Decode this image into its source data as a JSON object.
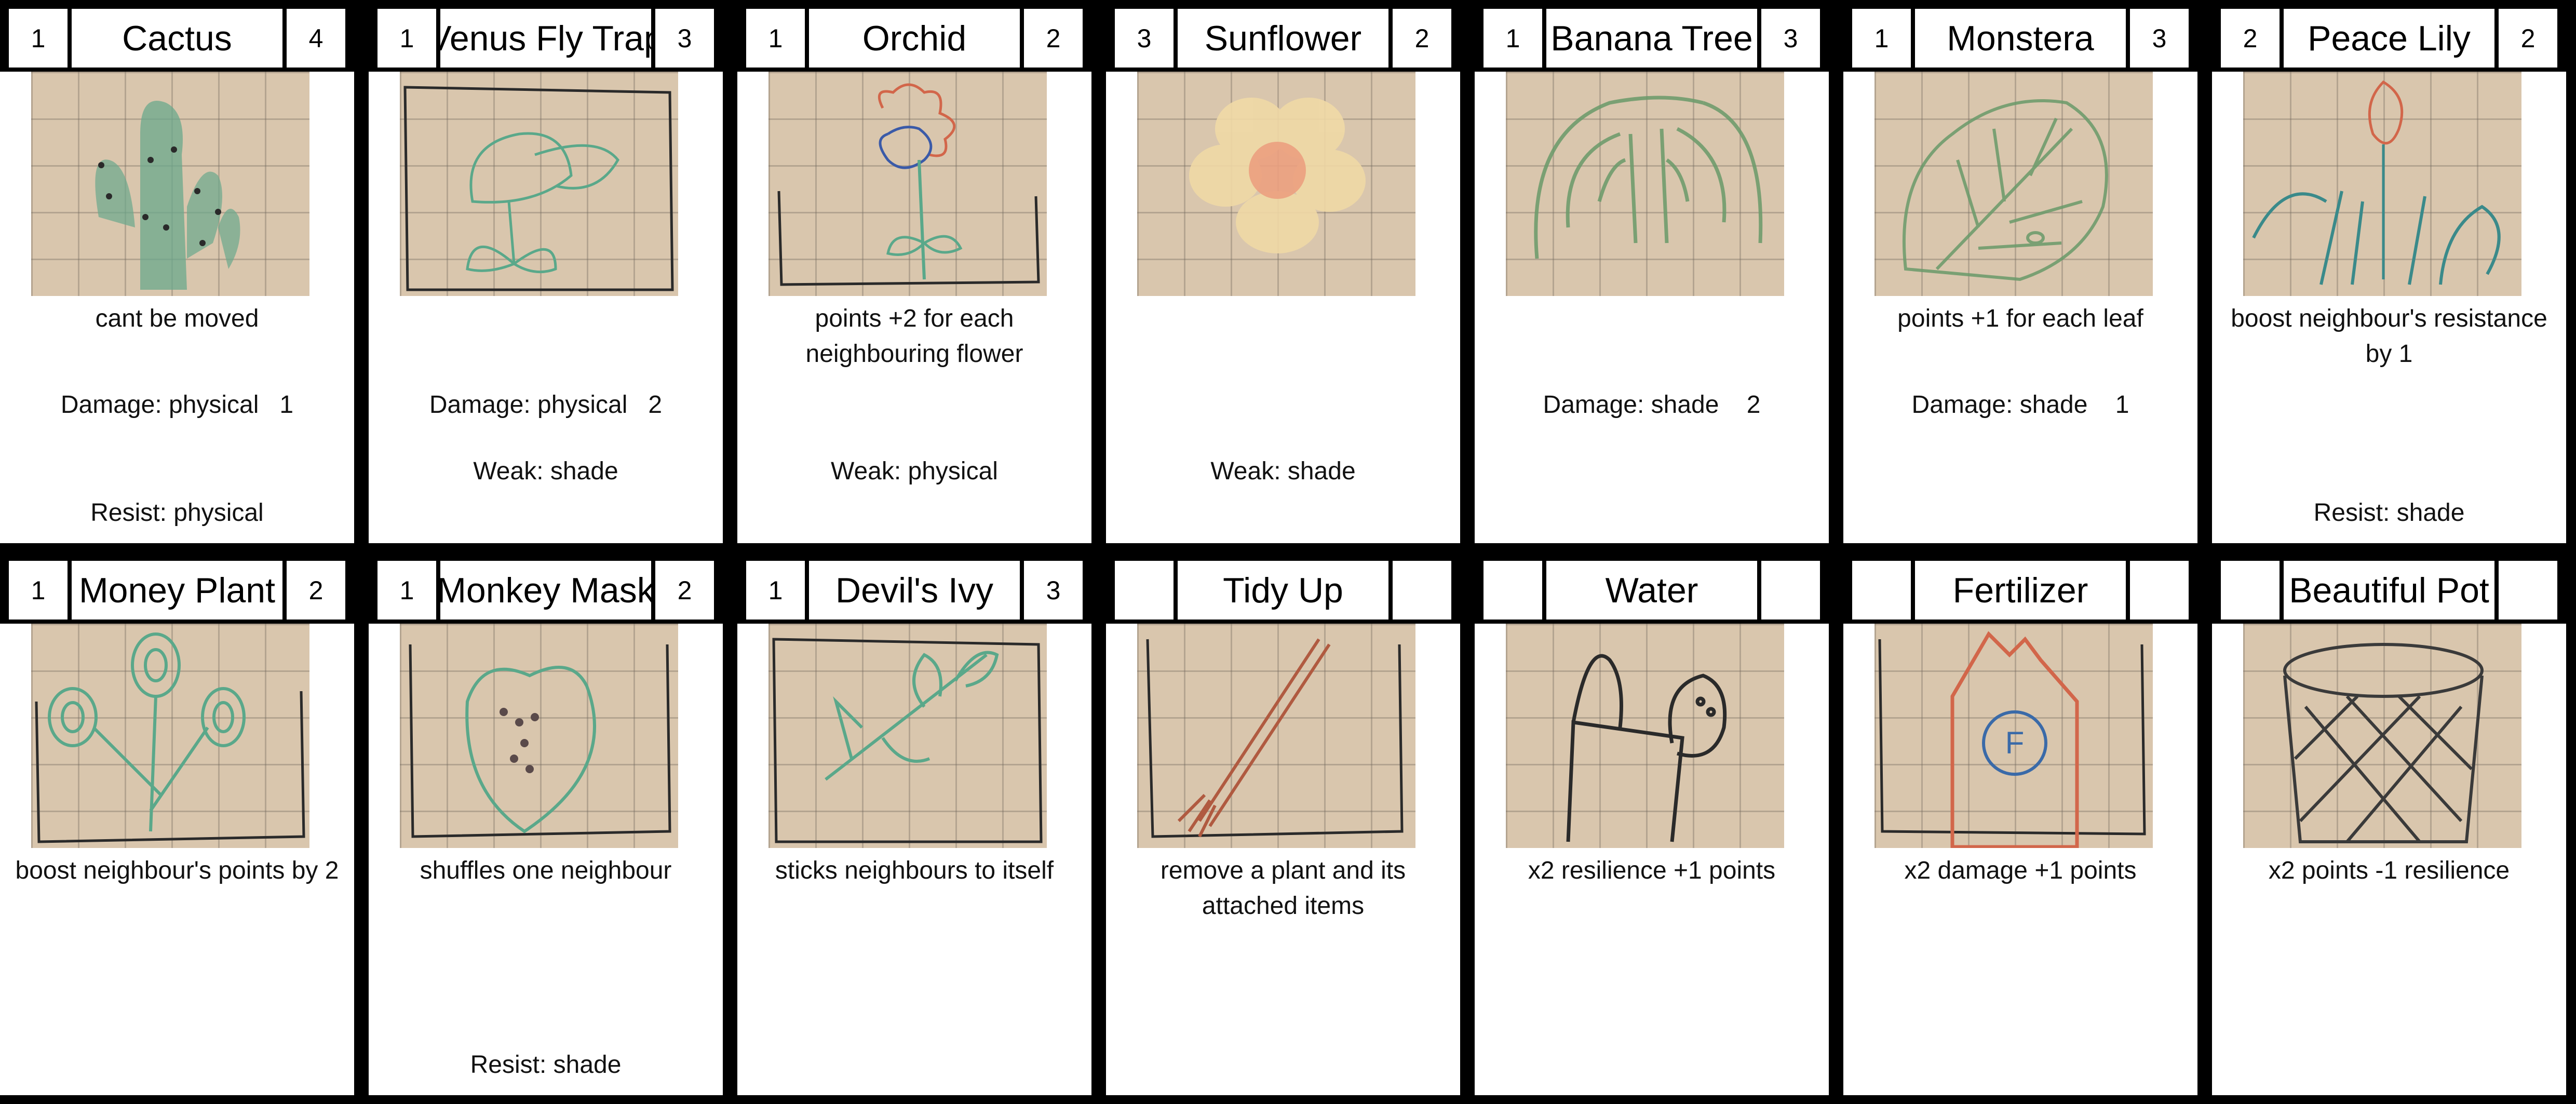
{
  "cards": [
    {
      "name": "Cactus",
      "left": "1",
      "right": "4",
      "ability": "cant be moved",
      "damage": "Damage: physical   1",
      "weak": "",
      "resist": "Resist: physical"
    },
    {
      "name": "Venus Fly Trap",
      "left": "1",
      "right": "3",
      "ability": "",
      "damage": "Damage: physical   2",
      "weak": "Weak: shade",
      "resist": ""
    },
    {
      "name": "Orchid",
      "left": "1",
      "right": "2",
      "ability": "points +2 for each neighbouring flower",
      "damage": "",
      "weak": "Weak: physical",
      "resist": ""
    },
    {
      "name": "Sunflower",
      "left": "3",
      "right": "2",
      "ability": "",
      "damage": "",
      "weak": "Weak: shade",
      "resist": ""
    },
    {
      "name": "Banana Tree",
      "left": "1",
      "right": "3",
      "ability": "",
      "damage": "Damage: shade    2",
      "weak": "",
      "resist": ""
    },
    {
      "name": "Monstera",
      "left": "1",
      "right": "3",
      "ability": "points +1 for each leaf",
      "damage": "Damage: shade    1",
      "weak": "",
      "resist": ""
    },
    {
      "name": "Peace Lily",
      "left": "2",
      "right": "2",
      "ability": "boost neighbour's resistance by 1",
      "damage": "",
      "weak": "",
      "resist": "Resist: shade"
    },
    {
      "name": "Money Plant",
      "left": "1",
      "right": "2",
      "ability": "boost neighbour's points by 2",
      "damage": "",
      "weak": "",
      "resist": ""
    },
    {
      "name": "Monkey Mask",
      "left": "1",
      "right": "2",
      "ability": "shuffles one neighbour",
      "damage": "",
      "weak": "",
      "resist": "Resist: shade"
    },
    {
      "name": "Devil's Ivy",
      "left": "1",
      "right": "3",
      "ability": "sticks neighbours to itself",
      "damage": "",
      "weak": "",
      "resist": ""
    },
    {
      "name": "Tidy Up",
      "left": "",
      "right": "",
      "ability": "remove a plant and its attached items",
      "damage": "",
      "weak": "",
      "resist": ""
    },
    {
      "name": "Water",
      "left": "",
      "right": "",
      "ability": "x2 resilience +1 points",
      "damage": "",
      "weak": "",
      "resist": ""
    },
    {
      "name": "Fertilizer",
      "left": "",
      "right": "",
      "ability": "x2 damage +1 points",
      "damage": "",
      "weak": "",
      "resist": ""
    },
    {
      "name": "Beautiful Pot",
      "left": "",
      "right": "",
      "ability": "x2 points -1 resilience",
      "damage": "",
      "weak": "",
      "resist": ""
    }
  ],
  "colors": {
    "pencil_green": "#5aa88a",
    "pencil_dark": "#2a2a2a",
    "pencil_red": "#d2664a",
    "paper": "#d9c6ad"
  }
}
